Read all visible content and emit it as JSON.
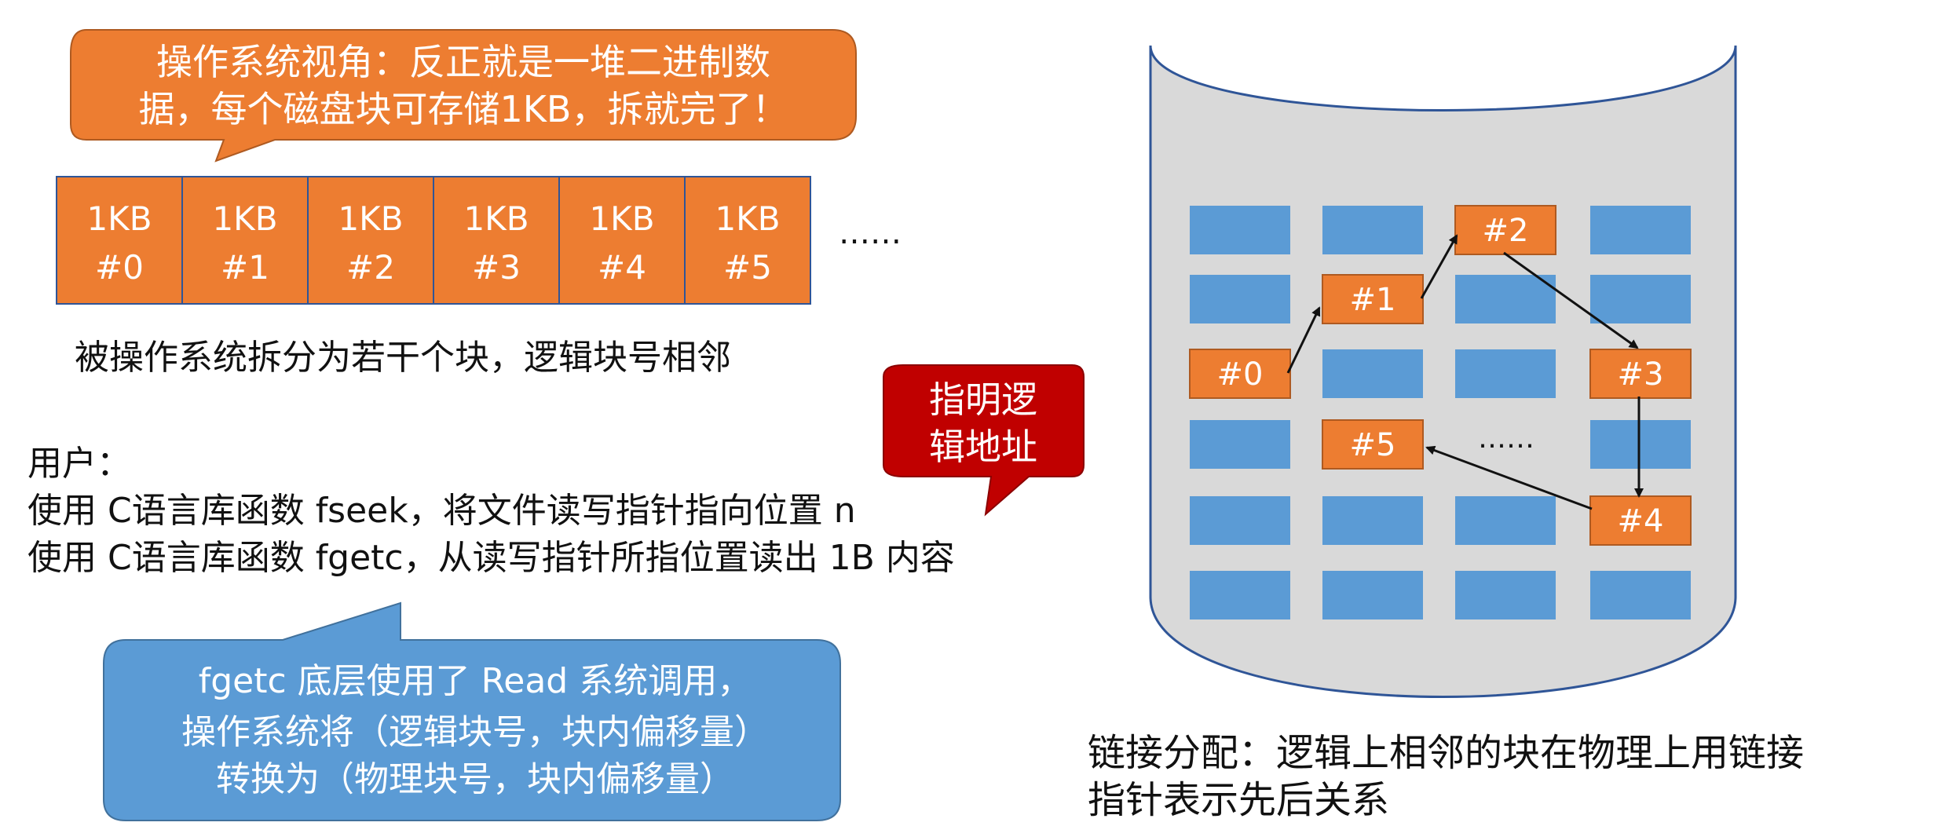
{
  "callout_os": {
    "line1": "操作系统视角：反正就是一堆二进制数",
    "line2": "据，每个磁盘块可存储1KB，拆就完了！"
  },
  "logical_blocks": {
    "size_label": "1KB",
    "ids": [
      "#0",
      "#1",
      "#2",
      "#3",
      "#4",
      "#5"
    ],
    "ellipsis": "……"
  },
  "split_caption": "被操作系统拆分为若干个块，逻辑块号相邻",
  "callout_logical_addr": {
    "line1": "指明逻",
    "line2": "辑地址"
  },
  "user": {
    "heading": "用户：",
    "line1": "使用 C语言库函数 fseek，将文件读写指针指向位置 n",
    "line2": "使用 C语言库函数 fgetc，从读写指针所指位置读出 1B 内容"
  },
  "callout_fgetc": {
    "line1": "fgetc 底层使用了 Read 系统调用，",
    "line2": "操作系统将（逻辑块号，块内偏移量）",
    "line3": "转换为（物理块号，块内偏移量）"
  },
  "disk": {
    "blocks": [
      "#0",
      "#1",
      "#2",
      "#3",
      "#4",
      "#5"
    ],
    "ellipsis": "……"
  },
  "linked_caption": {
    "line1": "链接分配：逻辑上相邻的块在物理上用链接",
    "line2": "指针表示先后关系"
  },
  "colors": {
    "orange": "#ed7d31",
    "orange_border": "#ae5a21",
    "blue_block": "#5b9bd5",
    "blue_callout": "#5b9bd5",
    "red_callout": "#c00000",
    "disk_fill": "#d9d9d9",
    "disk_border": "#2f5597"
  }
}
